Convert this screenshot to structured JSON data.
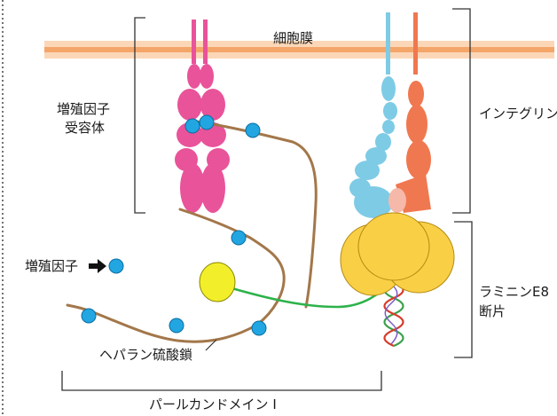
{
  "labels": {
    "membrane": "細胞膜",
    "receptor_line1": "増殖因子",
    "receptor_line2": "受容体",
    "integrin": "インテグリン",
    "growth_factor": "増殖因子",
    "laminin_line1": "ラミニンE8",
    "laminin_line2": "断片",
    "heparan": "ヘパラン硫酸鎖",
    "perlecan": "パールカンドメイン I"
  },
  "colors": {
    "membrane": "#f4a66a",
    "receptor": "#e9539a",
    "integrin_alpha": "#7ecbe6",
    "integrin_beta": "#f07850",
    "integrin_beta_light": "#f6b8a8",
    "laminin": "#f9cf45",
    "growth_factor": "#22a6e2",
    "heparan_chain": "#a3774a",
    "perlecan_domain": "#f2ee2a",
    "linker": "#2db24a",
    "coil_red": "#d63a2a",
    "coil_green": "#3aa04a",
    "bracket": "#333333"
  },
  "icons": {
    "arrow": "right-arrow-icon"
  }
}
